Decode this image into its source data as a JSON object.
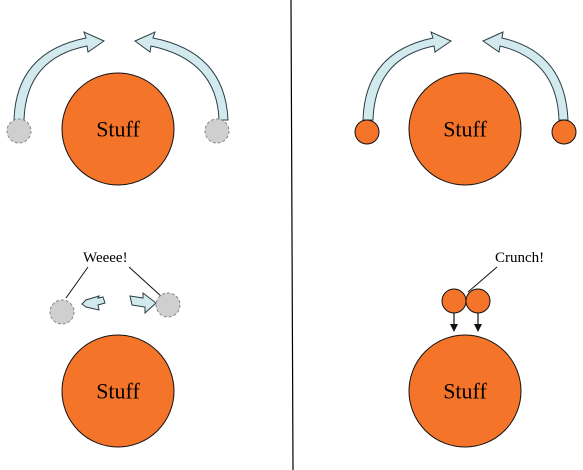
{
  "panels": {
    "top_left": {
      "center_label": "Stuff"
    },
    "top_right": {
      "center_label": "Stuff"
    },
    "bottom_left": {
      "center_label": "Stuff",
      "callout": "Weeee!"
    },
    "bottom_right": {
      "center_label": "Stuff",
      "callout": "Crunch!"
    }
  },
  "colors": {
    "big_circle": "#f4752a",
    "big_circle_stroke": "#111111",
    "small_gray": "#cfcfcf",
    "small_gray_stroke": "#888888",
    "small_orange": "#f4752a",
    "arrow_fill": "#d2e9ee",
    "arrow_stroke": "#2b3e45",
    "divider": "#000000"
  }
}
